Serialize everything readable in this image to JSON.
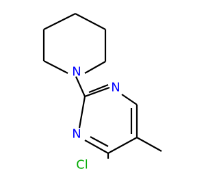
{
  "molecule": {
    "atoms": {
      "piperidine_n": {
        "label": "N",
        "color": "#0000ff"
      },
      "ring_n_upper": {
        "label": "N",
        "color": "#0000ff"
      },
      "ring_n_lower": {
        "label": "N",
        "color": "#0000ff"
      },
      "chlorine": {
        "label": "Cl",
        "color": "#00aa00"
      }
    }
  }
}
